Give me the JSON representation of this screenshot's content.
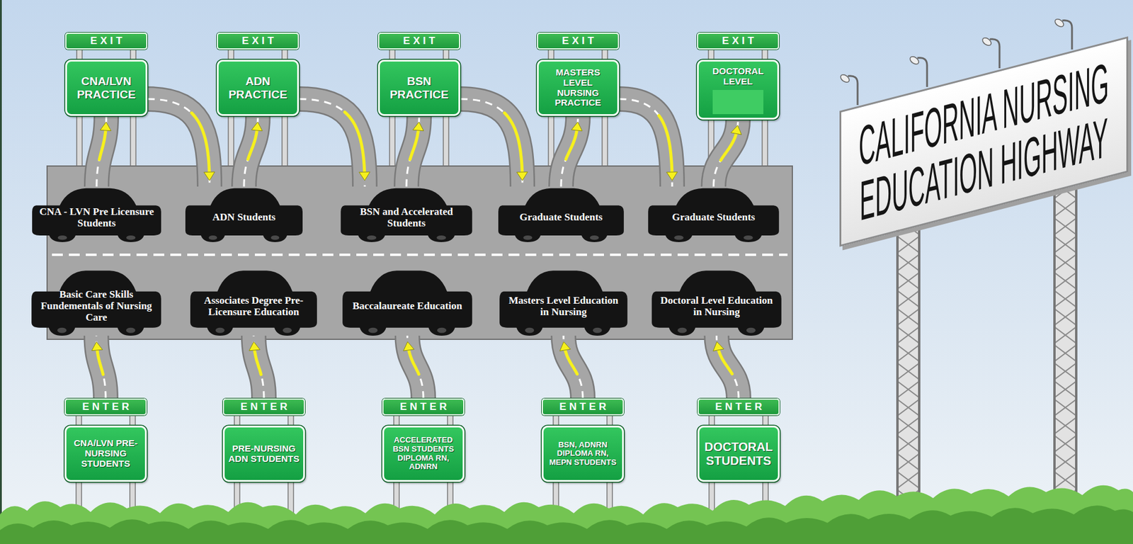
{
  "diagram": {
    "nodes": [
      {
        "text": [
          "EXIT",
          "CNA/LVN PRACTICE"
        ]
      },
      {
        "text": [
          "EXIT",
          "ADN PRACTICE"
        ]
      },
      {
        "text": [
          "EXIT",
          "BSN PRACTICE"
        ]
      },
      {
        "text": [
          "EXIT",
          "MASTERS LEVEL NURSING PRACTICE"
        ]
      },
      {
        "text": [
          "EXIT",
          "DOCTORAL LEVEL"
        ]
      },
      {
        "text": [
          "CNA - LVN Pre Licensure Students"
        ]
      },
      {
        "text": [
          "ADN Students"
        ]
      },
      {
        "text": [
          "BSN and Accelerated Students"
        ]
      },
      {
        "text": [
          "Graduate Students"
        ]
      },
      {
        "text": [
          "Graduate Students"
        ]
      },
      {
        "text": [
          "Basic Care Skills Fundementals of Nursing Care"
        ]
      },
      {
        "text": [
          "Associates Degree Pre-Licensure Education"
        ]
      },
      {
        "text": [
          "Baccalaureate Education"
        ]
      },
      {
        "text": [
          "Masters Level Education in Nursing"
        ]
      },
      {
        "text": [
          "Doctoral Level Education in Nursing"
        ]
      },
      {
        "text": [
          "ENTER",
          "CNA/LVN PRE-NURSING STUDENTS"
        ]
      },
      {
        "text": [
          "ENTER",
          "PRE-NURSING ADN STUDENTS"
        ]
      },
      {
        "text": [
          "ENTER",
          "ACCELERATED BSN STUDENTS DIPLOMA RN, ADNRN"
        ]
      },
      {
        "text": [
          "ENTER",
          "BSN, ADNRN DIPLOMA RN, MEPN STUDENTS"
        ]
      },
      {
        "text": [
          "ENTER",
          "DOCTORAL STUDENTS"
        ]
      },
      {
        "text": [
          "CALIFORNIA NURSING EDUCATION HIGHWAY"
        ]
      }
    ],
    "edges": [
      {
        "from": 15,
        "to": 10,
        "arrow": "to"
      },
      {
        "from": 16,
        "to": 11,
        "arrow": "to"
      },
      {
        "from": 17,
        "to": 12,
        "arrow": "to"
      },
      {
        "from": 18,
        "to": 13,
        "arrow": "to"
      },
      {
        "from": 19,
        "to": 14,
        "arrow": "to"
      },
      {
        "from": 5,
        "to": 0,
        "arrow": "to"
      },
      {
        "from": 6,
        "to": 1,
        "arrow": "to"
      },
      {
        "from": 7,
        "to": 2,
        "arrow": "to"
      },
      {
        "from": 8,
        "to": 3,
        "arrow": "to"
      },
      {
        "from": 9,
        "to": 4,
        "arrow": "to"
      },
      {
        "from": 0,
        "to": 6,
        "arrow": "to"
      },
      {
        "from": 1,
        "to": 7,
        "arrow": "to"
      },
      {
        "from": 2,
        "to": 8,
        "arrow": "to"
      },
      {
        "from": 3,
        "to": 9,
        "arrow": "to"
      }
    ]
  }
}
